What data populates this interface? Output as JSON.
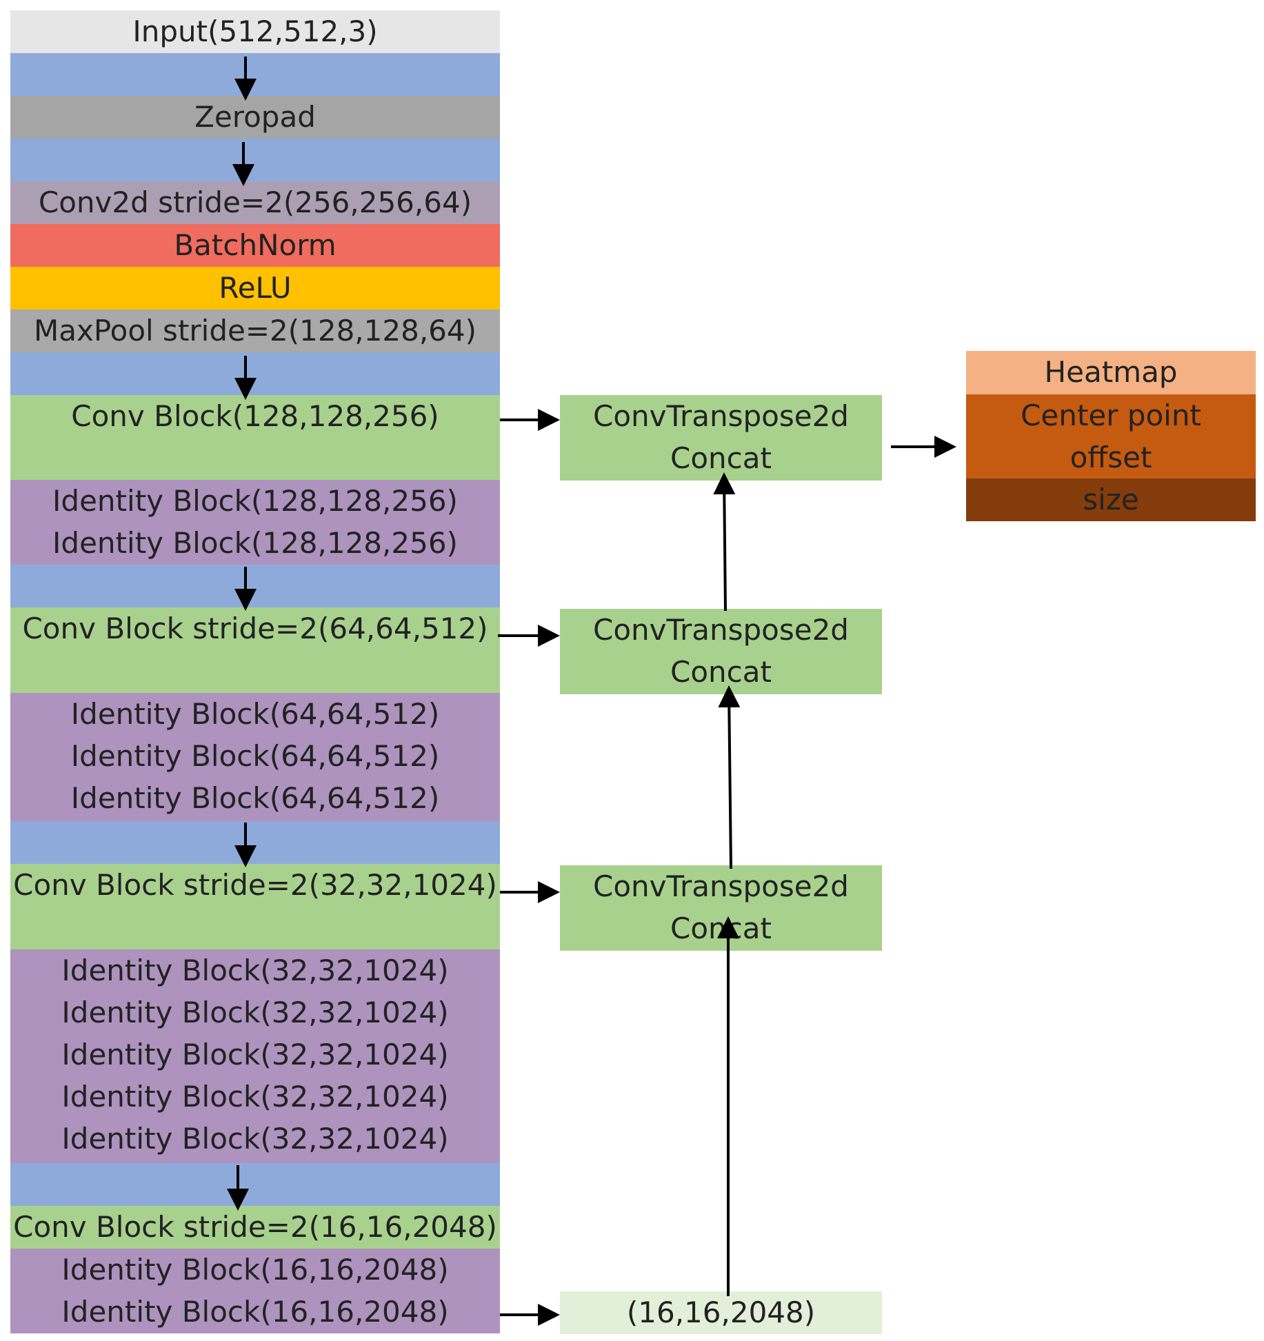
{
  "backbone": {
    "input": "Input(512,512,3)",
    "zeropad": "Zeropad",
    "conv2d": "Conv2d stride=2(256,256,64)",
    "batchnorm": "BatchNorm",
    "relu": "ReLU",
    "maxpool": "MaxPool stride=2(128,128,64)",
    "stage1": {
      "conv": "Conv Block(128,128,256)",
      "identity": [
        "Identity Block(128,128,256)",
        "Identity Block(128,128,256)"
      ]
    },
    "stage2": {
      "conv": "Conv Block stride=2(64,64,512)",
      "identity": [
        "Identity Block(64,64,512)",
        "Identity Block(64,64,512)",
        "Identity Block(64,64,512)"
      ]
    },
    "stage3": {
      "conv": "Conv Block stride=2(32,32,1024)",
      "identity": [
        "Identity Block(32,32,1024)",
        "Identity Block(32,32,1024)",
        "Identity Block(32,32,1024)",
        "Identity Block(32,32,1024)",
        "Identity Block(32,32,1024)"
      ]
    },
    "stage4": {
      "conv": "Conv Block stride=2(16,16,2048)",
      "identity": [
        "Identity Block(16,16,2048)",
        "Identity Block(16,16,2048)"
      ]
    }
  },
  "decoder": {
    "blocks": [
      {
        "line1": "ConvTranspose2d",
        "line2": "Concat"
      },
      {
        "line1": "ConvTranspose2d",
        "line2": "Concat"
      },
      {
        "line1": "ConvTranspose2d",
        "line2": "Concat"
      }
    ],
    "bottom": "(16,16,2048)"
  },
  "head": {
    "heatmap": "Heatmap",
    "center_line1": "Center point",
    "center_line2": "offset",
    "size": "size"
  }
}
